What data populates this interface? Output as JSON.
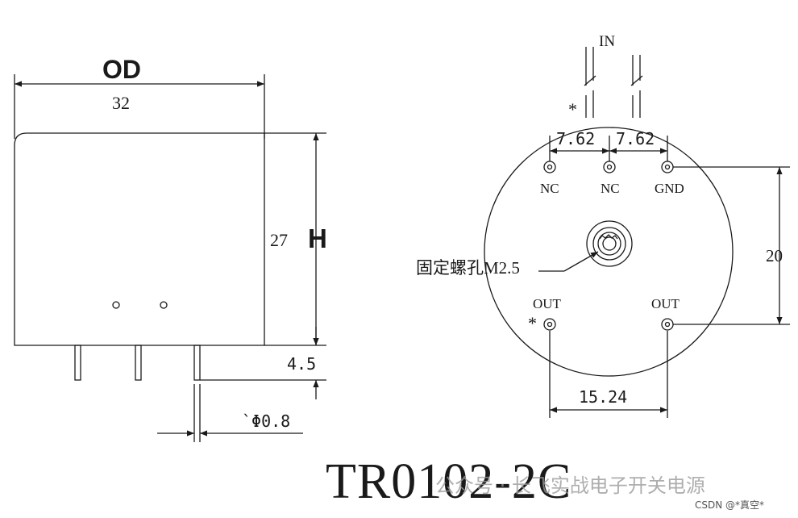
{
  "side_view": {
    "od_label": "OD",
    "od_value": "32",
    "h_label": "H",
    "h_value": "27",
    "pin_length": "4.5",
    "pin_diameter": "`Φ0.8"
  },
  "top_view": {
    "in_label": "IN",
    "marker": "*",
    "pitch_left": "7.62",
    "pitch_right": "7.62",
    "pins_top": [
      "NC",
      "NC",
      "GND"
    ],
    "mount_hole": "固定螺孔M2.5",
    "pins_bottom": [
      "OUT",
      "OUT"
    ],
    "vertical_spacing": "20",
    "horizontal_spacing": "15.24"
  },
  "model": "TR0102-2C",
  "watermark": {
    "account": "公众号 · 长飞实战电子开关电源",
    "csdn": "CSDN @*真空*"
  }
}
